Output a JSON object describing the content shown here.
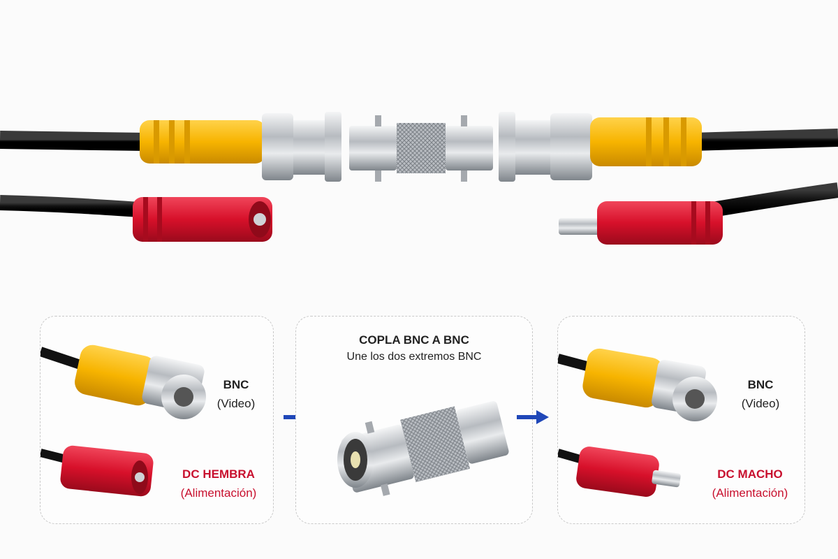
{
  "colors": {
    "bnc_boot": "#f7b400",
    "dc_boot": "#d7102a",
    "cable": "#141414",
    "metal": "#c9ccd0",
    "arrow": "#1f47b8",
    "label_red": "#c8102e"
  },
  "panels": {
    "left": {
      "bnc_title": "BNC",
      "bnc_sub": "(Video)",
      "dc_title": "DC HEMBRA",
      "dc_sub": "(Alimentación)"
    },
    "middle": {
      "title": "COPLA BNC A BNC",
      "subtitle": "Une los dos extremos BNC"
    },
    "right": {
      "bnc_title": "BNC",
      "bnc_sub": "(Video)",
      "dc_title": "DC MACHO",
      "dc_sub": "(Alimentación)"
    }
  },
  "icons": {
    "arrow_left": "arrow-right-icon",
    "arrow_right": "arrow-right-icon"
  }
}
